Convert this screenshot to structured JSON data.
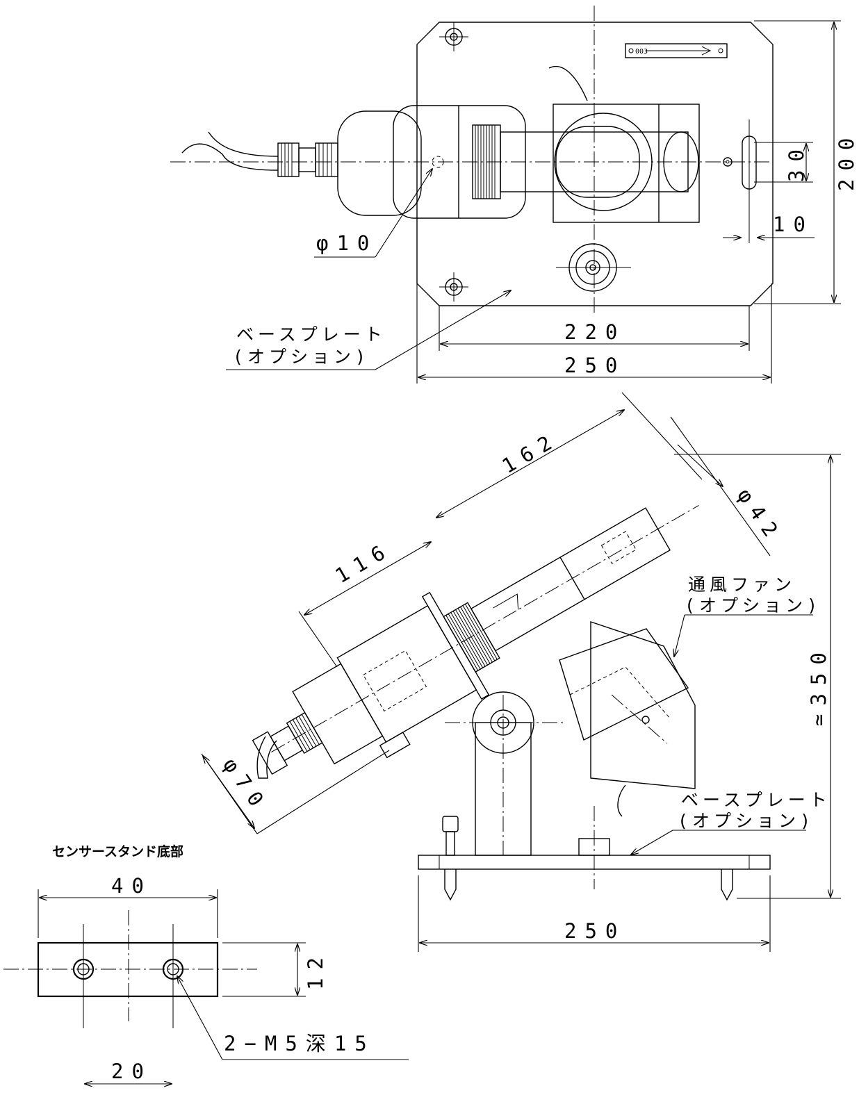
{
  "views": {
    "top": {
      "dims": {
        "w200": "200",
        "w30": "30",
        "w10": "10",
        "w220": "220",
        "w250": "250"
      },
      "phi10": "φ10",
      "base_plate_label_line1": "ベースプレート",
      "base_plate_label_line2": "(オプション)",
      "plate_label": "003"
    },
    "side": {
      "dims": {
        "d162": "162",
        "d116": "116",
        "phi42": "φ42",
        "phi70": "φ70",
        "h350": "≃350",
        "w250": "250"
      },
      "fan_label_line1": "通風ファン",
      "fan_label_line2": "(オプション)",
      "base_plate_label_line1": "ベースプレート",
      "base_plate_label_line2": "(オプション)"
    },
    "bottom": {
      "title": "センサースタンド底部",
      "dims": {
        "w40": "40",
        "h12": "12",
        "w20": "20"
      },
      "hole_label": "2−M5深15"
    }
  }
}
